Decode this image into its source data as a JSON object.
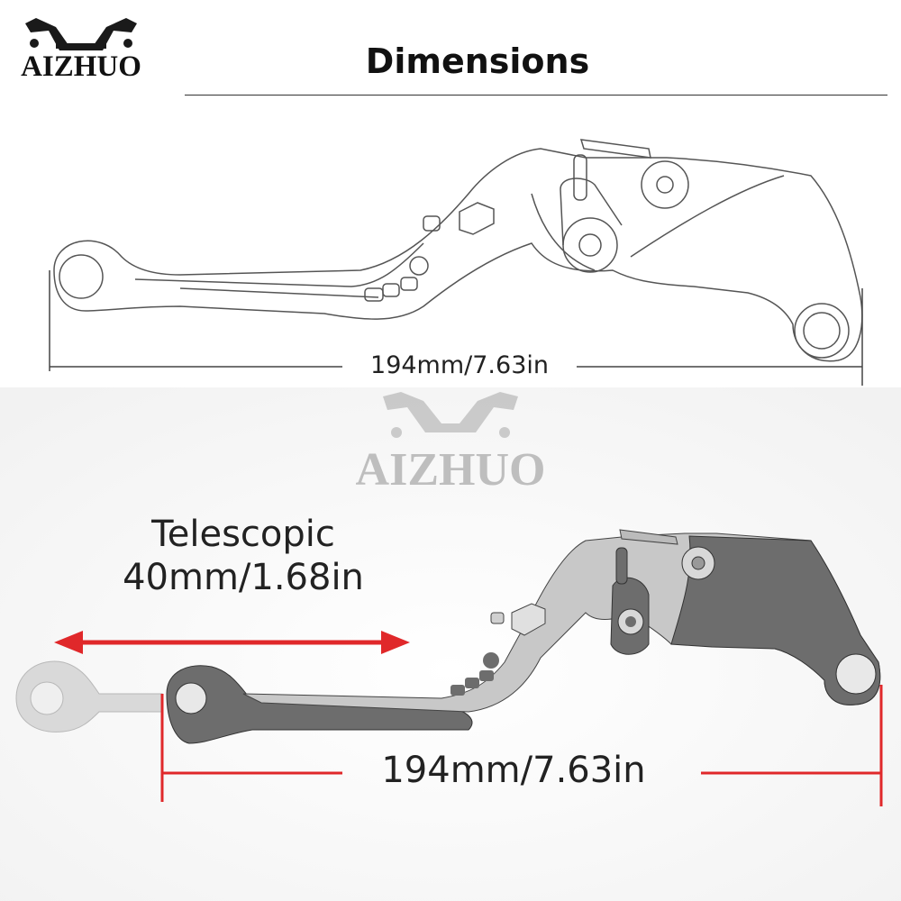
{
  "brand": {
    "name": "AIZHUO",
    "watermark": "AIZHUO"
  },
  "header": {
    "title": "Dimensions"
  },
  "top_diagram": {
    "length_label": "194mm/7.63in"
  },
  "bottom_diagram": {
    "telescopic_label": "Telescopic",
    "telescopic_value": "40mm/1.68in",
    "length_label": "194mm/7.63in"
  },
  "colors": {
    "arrow": "#e0282a",
    "lever_light": "#c8c8c8",
    "lever_dark": "#6d6d6d",
    "outline": "#555555"
  }
}
